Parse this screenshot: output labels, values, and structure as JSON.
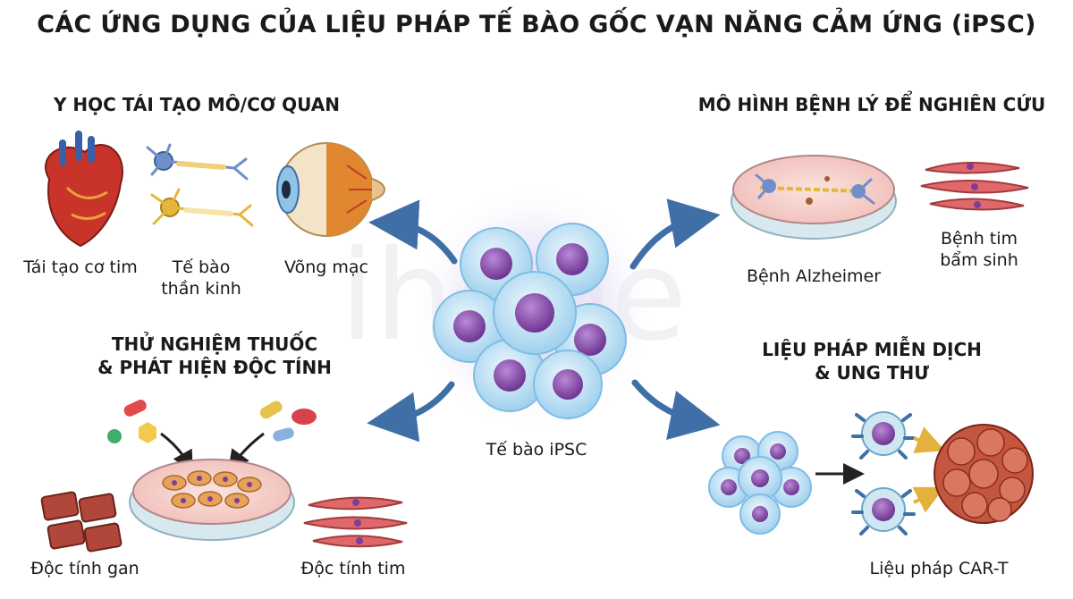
{
  "title": "CÁC ỨNG DỤNG CỦA LIỆU PHÁP TẾ BÀO GỐC VẠN NĂNG CẢM ỨNG (iPSC)",
  "center": {
    "label": "Tế bào iPSC"
  },
  "sections": {
    "regen": {
      "heading": "Y HỌC TÁI TẠO MÔ/CƠ QUAN",
      "items": [
        "Tái tạo cơ tim",
        "Tế bào\nthần kinh",
        "Võng mạc"
      ]
    },
    "disease": {
      "heading": "MÔ HÌNH BỆNH LÝ ĐỂ NGHIÊN CỨU",
      "items": [
        "Bệnh Alzheimer",
        "Bệnh tim\nbẩm sinh"
      ]
    },
    "drug": {
      "heading": "THỬ NGHIỆM THUỐC\n& PHÁT HIỆN ĐỘC TÍNH",
      "items": [
        "Độc tính gan",
        "Độc tính tim"
      ]
    },
    "immuno": {
      "heading": "LIỆU PHÁP MIỄN DỊCH\n& UNG THƯ",
      "items": [
        "Liệu pháp CAR-T"
      ]
    }
  },
  "colors": {
    "arrow": "#3f6fa6",
    "cell_membrane": "#bfe1f5",
    "nucleus": "#8a4fb0",
    "heart": "#c9342a",
    "muscle": "#e0686a",
    "dish": "#f4c9c5"
  },
  "icons": [
    "heart-icon",
    "neuron-icon",
    "eye-icon",
    "petri-dish-icon",
    "muscle-cells-icon",
    "pill-icon",
    "liver-cells-icon",
    "t-cell-icon",
    "tumor-icon",
    "ipsc-cluster-icon"
  ]
}
